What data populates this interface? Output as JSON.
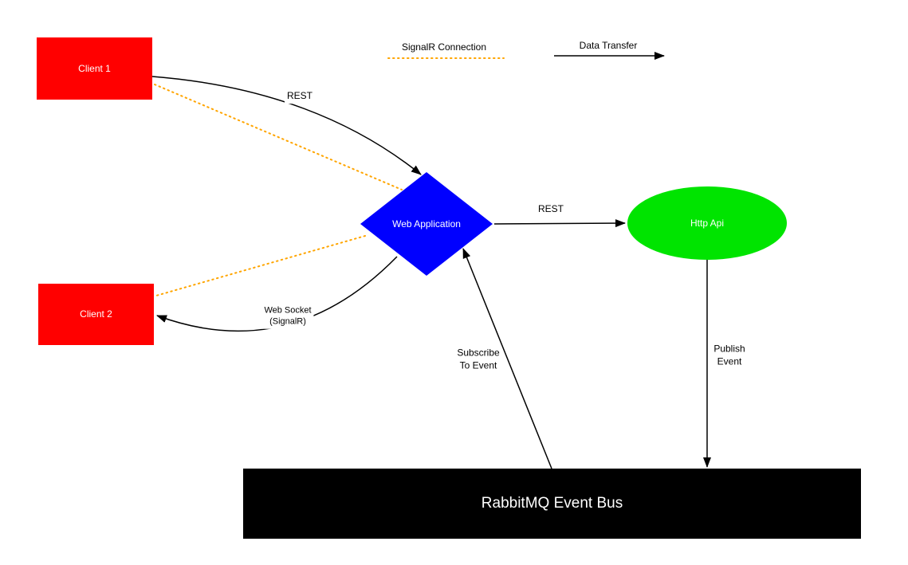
{
  "colors": {
    "client": "#ff0000",
    "webapp": "#0000ff",
    "api": "#00e400",
    "bus": "#000000",
    "signalr": "#ffa500",
    "arrow": "#000000"
  },
  "legend": {
    "signalr": "SignalR Connection",
    "data_transfer": "Data Transfer"
  },
  "nodes": {
    "client1": "Client 1",
    "client2": "Client 2",
    "web_application": "Web Application",
    "http_api": "Http Api",
    "event_bus": "RabbitMQ Event Bus"
  },
  "edge_labels": {
    "client1_rest": "REST",
    "web_socket": "Web Socket\n(SignalR)",
    "api_rest": "REST",
    "subscribe": "Subscribe\nTo Event",
    "publish": "Publish\nEvent"
  }
}
